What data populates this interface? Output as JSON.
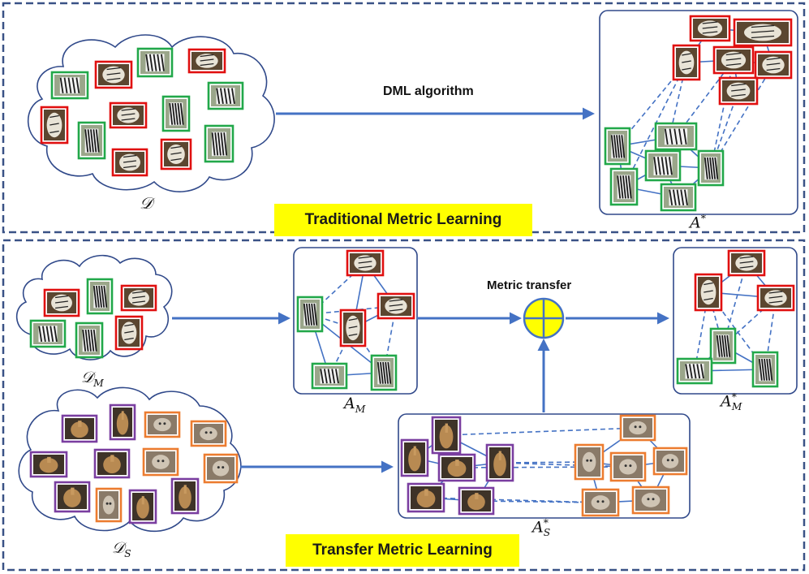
{
  "sections": {
    "traditional": {
      "banner": "Traditional Metric Learning"
    },
    "transfer": {
      "banner": "Transfer Metric Learning"
    }
  },
  "arrows": {
    "dml": "DML algorithm",
    "metric_transfer": "Metric transfer"
  },
  "math_labels": {
    "D": "𝒟",
    "A_star": {
      "base": "A",
      "sup": "*"
    },
    "D_M": {
      "base": "𝒟",
      "sub": "M"
    },
    "A_M": {
      "base": "A",
      "sub": "M"
    },
    "A_M_star": {
      "base": "A",
      "sub": "M",
      "sup": "*"
    },
    "D_S": {
      "base": "𝒟",
      "sub": "S"
    },
    "A_S_star": {
      "base": "A",
      "sub": "S",
      "sup": "*"
    }
  },
  "colors": {
    "frame": "#3a5286",
    "cloud": "#30498a",
    "arrow": "#4472c4",
    "tiger_border": "#e01010",
    "zebra_border": "#22a84a",
    "horse_border": "#7a3ea0",
    "cat_border": "#ec7c30",
    "banner": "#ffff00",
    "plus_fill": "#ffff00"
  },
  "legend_categories": [
    "tiger",
    "zebra",
    "horse",
    "cat"
  ]
}
